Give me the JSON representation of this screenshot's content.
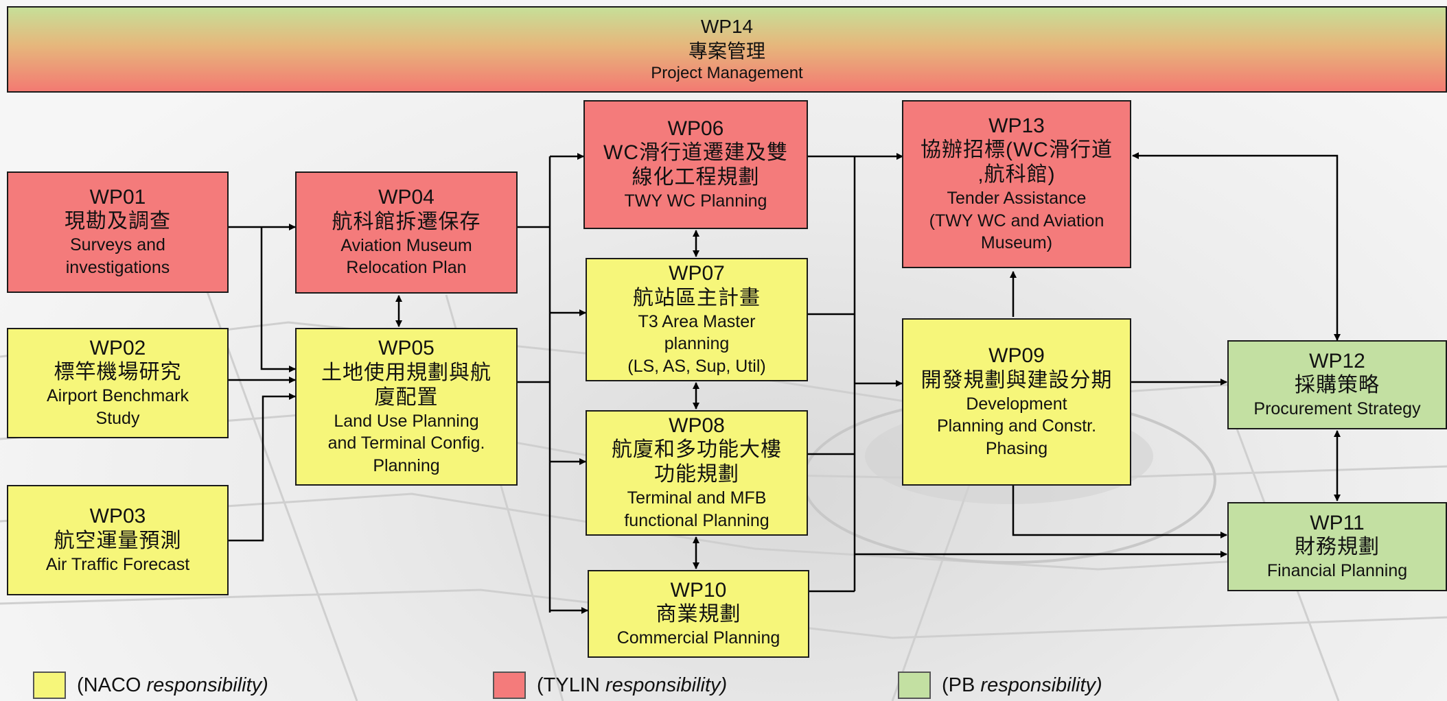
{
  "header": {
    "code": "WP14",
    "zh": "專案管理",
    "en": "Project Management"
  },
  "boxes": {
    "wp01": {
      "code": "WP01",
      "zh": "現勘及調查",
      "en": "Surveys and\ninvestigations"
    },
    "wp02": {
      "code": "WP02",
      "zh": "標竿機場研究",
      "en": "Airport Benchmark\nStudy"
    },
    "wp03": {
      "code": "WP03",
      "zh": "航空運量預測",
      "en": "Air Traffic Forecast"
    },
    "wp04": {
      "code": "WP04",
      "zh": "航科館拆遷保存",
      "en": "Aviation Museum\nRelocation Plan"
    },
    "wp05": {
      "code": "WP05",
      "zh": "土地使用規劃與航\n廈配置",
      "en": "Land Use Planning\nand Terminal Config.\nPlanning"
    },
    "wp06": {
      "code": "WP06",
      "zh": "WC滑行道遷建及雙\n線化工程規劃",
      "en": "TWY WC Planning"
    },
    "wp07": {
      "code": "WP07",
      "zh": "航站區主計畫",
      "en": "T3 Area Master\nplanning\n(LS, AS, Sup, Util)"
    },
    "wp08": {
      "code": "WP08",
      "zh": "航廈和多功能大樓\n功能規劃",
      "en": "Terminal and MFB\nfunctional Planning"
    },
    "wp09": {
      "code": "WP09",
      "zh": "開發規劃與建設分期",
      "en": "Development\nPlanning and Constr.\nPhasing"
    },
    "wp10": {
      "code": "WP10",
      "zh": "商業規劃",
      "en": "Commercial Planning"
    },
    "wp11": {
      "code": "WP11",
      "zh": "財務規劃",
      "en": "Financial Planning"
    },
    "wp12": {
      "code": "WP12",
      "zh": "採購策略",
      "en": "Procurement Strategy"
    },
    "wp13": {
      "code": "WP13",
      "zh": "協辦招標(WC滑行道\n,航科館)",
      "en": "Tender Assistance\n(TWY WC and Aviation\nMuseum)"
    }
  },
  "legend": [
    {
      "org": "(NACO",
      "word": "responsibility)",
      "color": "#f6f67a"
    },
    {
      "org": "(TYLIN",
      "word": "responsibility)",
      "color": "#f47b7b"
    },
    {
      "org": "(PB",
      "word": "responsibility)",
      "color": "#c3e0a2"
    }
  ],
  "colors": {
    "tylin": "#f47b7b",
    "naco": "#f6f67a",
    "pb": "#c3e0a2",
    "line": "#000000"
  }
}
